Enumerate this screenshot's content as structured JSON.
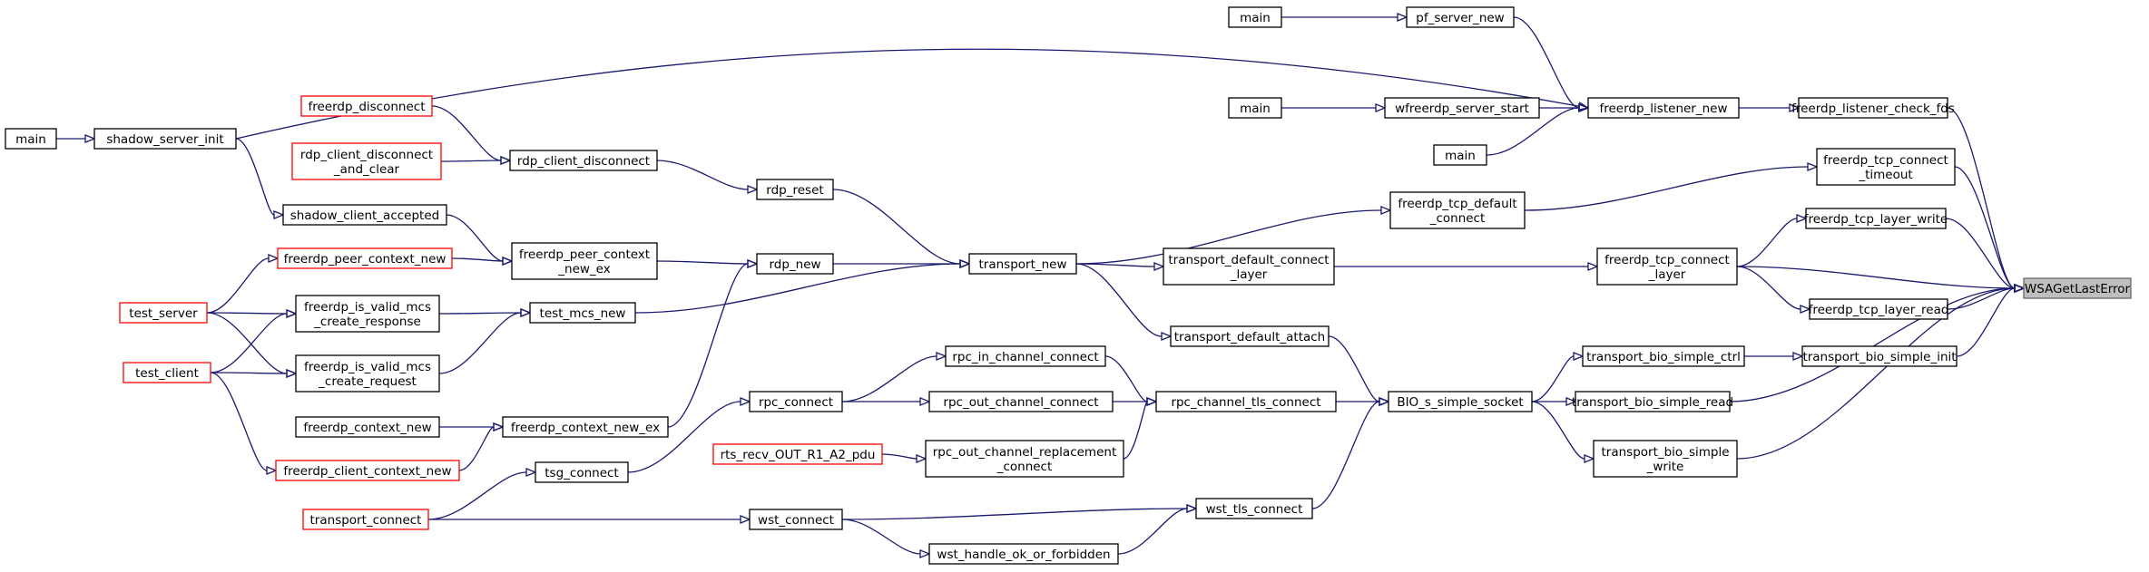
{
  "nodes": {
    "wsagetlasterror": {
      "lines": [
        "WSAGetLastError"
      ],
      "style": "focus"
    },
    "freerdp_listener_check_fds": {
      "lines": [
        "freerdp_listener_check_fds"
      ]
    },
    "freerdp_tcp_connect_timeout": {
      "lines": [
        "freerdp_tcp_connect",
        "_timeout"
      ]
    },
    "freerdp_tcp_layer_write": {
      "lines": [
        "freerdp_tcp_layer_write"
      ]
    },
    "freerdp_tcp_connect_layer": {
      "lines": [
        "freerdp_tcp_connect",
        "_layer"
      ]
    },
    "freerdp_tcp_layer_read": {
      "lines": [
        "freerdp_tcp_layer_read"
      ]
    },
    "transport_bio_simple_init": {
      "lines": [
        "transport_bio_simple_init"
      ]
    },
    "transport_bio_simple_read": {
      "lines": [
        "transport_bio_simple_read"
      ]
    },
    "transport_bio_simple_write": {
      "lines": [
        "transport_bio_simple",
        "_write"
      ]
    },
    "transport_bio_simple_ctrl": {
      "lines": [
        "transport_bio_simple_ctrl"
      ]
    },
    "bio_s_simple_socket": {
      "lines": [
        "BIO_s_simple_socket"
      ]
    },
    "freerdp_listener_new": {
      "lines": [
        "freerdp_listener_new"
      ]
    },
    "pf_server_new": {
      "lines": [
        "pf_server_new"
      ]
    },
    "wfreerdp_server_start": {
      "lines": [
        "wfreerdp_server_start"
      ]
    },
    "main_pf": {
      "lines": [
        "main"
      ]
    },
    "main_wf": {
      "lines": [
        "main"
      ]
    },
    "main_listener": {
      "lines": [
        "main"
      ]
    },
    "freerdp_tcp_default_connect": {
      "lines": [
        "freerdp_tcp_default",
        "_connect"
      ]
    },
    "transport_default_connect_layer": {
      "lines": [
        "transport_default_connect",
        "_layer"
      ]
    },
    "transport_default_attach": {
      "lines": [
        "transport_default_attach"
      ]
    },
    "transport_new": {
      "lines": [
        "transport_new"
      ]
    },
    "rpc_channel_tls_connect": {
      "lines": [
        "rpc_channel_tls_connect"
      ]
    },
    "wst_tls_connect": {
      "lines": [
        "wst_tls_connect"
      ]
    },
    "rpc_in_channel_connect": {
      "lines": [
        "rpc_in_channel_connect"
      ]
    },
    "rpc_out_channel_connect": {
      "lines": [
        "rpc_out_channel_connect"
      ]
    },
    "rpc_out_channel_replacement_connect": {
      "lines": [
        "rpc_out_channel_replacement",
        "_connect"
      ]
    },
    "rts_recv_out_r1_a2_pdu": {
      "lines": [
        "rts_recv_OUT_R1_A2_pdu"
      ],
      "style": "red"
    },
    "rpc_connect": {
      "lines": [
        "rpc_connect"
      ]
    },
    "tsg_connect": {
      "lines": [
        "tsg_connect"
      ]
    },
    "wst_connect": {
      "lines": [
        "wst_connect"
      ]
    },
    "wst_handle_ok_or_forbidden": {
      "lines": [
        "wst_handle_ok_or_forbidden"
      ]
    },
    "transport_connect": {
      "lines": [
        "transport_connect"
      ],
      "style": "red"
    },
    "rdp_reset": {
      "lines": [
        "rdp_reset"
      ]
    },
    "rdp_new": {
      "lines": [
        "rdp_new"
      ]
    },
    "test_mcs_new": {
      "lines": [
        "test_mcs_new"
      ]
    },
    "rdp_client_disconnect": {
      "lines": [
        "rdp_client_disconnect"
      ]
    },
    "freerdp_peer_context_new_ex": {
      "lines": [
        "freerdp_peer_context",
        "_new_ex"
      ]
    },
    "freerdp_context_new_ex": {
      "lines": [
        "freerdp_context_new_ex"
      ]
    },
    "freerdp_disconnect": {
      "lines": [
        "freerdp_disconnect"
      ],
      "style": "red"
    },
    "rdp_client_disconnect_and_clear": {
      "lines": [
        "rdp_client_disconnect",
        "_and_clear"
      ],
      "style": "red"
    },
    "shadow_client_accepted": {
      "lines": [
        "shadow_client_accepted"
      ]
    },
    "freerdp_peer_context_new": {
      "lines": [
        "freerdp_peer_context_new"
      ],
      "style": "red"
    },
    "freerdp_is_valid_mcs_create_response": {
      "lines": [
        "freerdp_is_valid_mcs",
        "_create_response"
      ]
    },
    "freerdp_is_valid_mcs_create_request": {
      "lines": [
        "freerdp_is_valid_mcs",
        "_create_request"
      ]
    },
    "freerdp_context_new": {
      "lines": [
        "freerdp_context_new"
      ]
    },
    "freerdp_client_context_new": {
      "lines": [
        "freerdp_client_context_new"
      ],
      "style": "red"
    },
    "shadow_server_init": {
      "lines": [
        "shadow_server_init"
      ]
    },
    "main_shadow": {
      "lines": [
        "main"
      ]
    },
    "test_server": {
      "lines": [
        "test_server"
      ],
      "style": "red"
    },
    "test_client": {
      "lines": [
        "test_client"
      ],
      "style": "red"
    }
  },
  "edges": [
    [
      "freerdp_listener_check_fds",
      "wsagetlasterror"
    ],
    [
      "freerdp_tcp_connect_timeout",
      "wsagetlasterror"
    ],
    [
      "freerdp_tcp_layer_write",
      "wsagetlasterror"
    ],
    [
      "freerdp_tcp_connect_layer",
      "wsagetlasterror"
    ],
    [
      "freerdp_tcp_layer_read",
      "wsagetlasterror"
    ],
    [
      "transport_bio_simple_init",
      "wsagetlasterror"
    ],
    [
      "transport_bio_simple_read",
      "wsagetlasterror"
    ],
    [
      "transport_bio_simple_write",
      "wsagetlasterror"
    ],
    [
      "freerdp_listener_new",
      "freerdp_listener_check_fds"
    ],
    [
      "freerdp_tcp_default_connect",
      "freerdp_tcp_connect_timeout"
    ],
    [
      "freerdp_tcp_connect_layer",
      "freerdp_tcp_layer_write"
    ],
    [
      "freerdp_tcp_connect_layer",
      "freerdp_tcp_layer_read"
    ],
    [
      "transport_bio_simple_ctrl",
      "transport_bio_simple_init"
    ],
    [
      "bio_s_simple_socket",
      "transport_bio_simple_ctrl"
    ],
    [
      "bio_s_simple_socket",
      "transport_bio_simple_read"
    ],
    [
      "bio_s_simple_socket",
      "transport_bio_simple_write"
    ],
    [
      "transport_default_connect_layer",
      "freerdp_tcp_connect_layer"
    ],
    [
      "pf_server_new",
      "freerdp_listener_new"
    ],
    [
      "wfreerdp_server_start",
      "freerdp_listener_new"
    ],
    [
      "main_listener",
      "freerdp_listener_new"
    ],
    [
      "shadow_server_init",
      "freerdp_listener_new"
    ],
    [
      "main_pf",
      "pf_server_new"
    ],
    [
      "main_wf",
      "wfreerdp_server_start"
    ],
    [
      "transport_new",
      "freerdp_tcp_default_connect"
    ],
    [
      "transport_new",
      "transport_default_connect_layer"
    ],
    [
      "transport_new",
      "transport_default_attach"
    ],
    [
      "transport_default_attach",
      "bio_s_simple_socket"
    ],
    [
      "rpc_channel_tls_connect",
      "bio_s_simple_socket"
    ],
    [
      "wst_tls_connect",
      "bio_s_simple_socket"
    ],
    [
      "rpc_in_channel_connect",
      "rpc_channel_tls_connect"
    ],
    [
      "rpc_out_channel_connect",
      "rpc_channel_tls_connect"
    ],
    [
      "rpc_out_channel_replacement_connect",
      "rpc_channel_tls_connect"
    ],
    [
      "rts_recv_out_r1_a2_pdu",
      "rpc_out_channel_replacement_connect"
    ],
    [
      "rpc_connect",
      "rpc_in_channel_connect"
    ],
    [
      "rpc_connect",
      "rpc_out_channel_connect"
    ],
    [
      "tsg_connect",
      "rpc_connect"
    ],
    [
      "transport_connect",
      "tsg_connect"
    ],
    [
      "wst_connect",
      "wst_tls_connect"
    ],
    [
      "wst_handle_ok_or_forbidden",
      "wst_tls_connect"
    ],
    [
      "transport_connect",
      "wst_connect"
    ],
    [
      "wst_connect",
      "wst_handle_ok_or_forbidden"
    ],
    [
      "rdp_reset",
      "transport_new"
    ],
    [
      "rdp_new",
      "transport_new"
    ],
    [
      "test_mcs_new",
      "transport_new"
    ],
    [
      "rdp_client_disconnect",
      "rdp_reset"
    ],
    [
      "freerdp_peer_context_new_ex",
      "rdp_new"
    ],
    [
      "freerdp_context_new_ex",
      "rdp_new"
    ],
    [
      "freerdp_disconnect",
      "rdp_client_disconnect"
    ],
    [
      "rdp_client_disconnect_and_clear",
      "rdp_client_disconnect"
    ],
    [
      "shadow_client_accepted",
      "freerdp_peer_context_new_ex"
    ],
    [
      "freerdp_peer_context_new",
      "freerdp_peer_context_new_ex"
    ],
    [
      "freerdp_is_valid_mcs_create_response",
      "test_mcs_new"
    ],
    [
      "freerdp_is_valid_mcs_create_request",
      "test_mcs_new"
    ],
    [
      "freerdp_context_new",
      "freerdp_context_new_ex"
    ],
    [
      "freerdp_client_context_new",
      "freerdp_context_new_ex"
    ],
    [
      "shadow_server_init",
      "shadow_client_accepted"
    ],
    [
      "main_shadow",
      "shadow_server_init"
    ],
    [
      "test_server",
      "freerdp_peer_context_new"
    ],
    [
      "test_server",
      "freerdp_is_valid_mcs_create_response"
    ],
    [
      "test_server",
      "freerdp_is_valid_mcs_create_request"
    ],
    [
      "test_client",
      "freerdp_is_valid_mcs_create_response"
    ],
    [
      "test_client",
      "freerdp_is_valid_mcs_create_request"
    ],
    [
      "test_client",
      "freerdp_client_context_new"
    ]
  ]
}
